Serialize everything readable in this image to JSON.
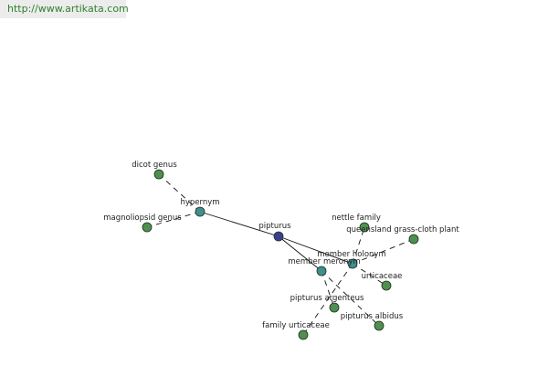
{
  "site": {
    "url": "http://www.artikata.com"
  },
  "graph": {
    "colors": {
      "center": "#3b3f8f",
      "relation": "#3f8f8f",
      "leaf": "#4f8f4f"
    },
    "nodes": {
      "pipturus": {
        "label": "pipturus",
        "kind": "center"
      },
      "hypernym": {
        "label": "hypernym",
        "kind": "relation"
      },
      "member_holonym": {
        "label": "member holonym",
        "kind": "relation"
      },
      "member_meronym": {
        "label": "member meronym",
        "kind": "relation"
      },
      "dicot_genus": {
        "label": "dicot genus",
        "kind": "leaf"
      },
      "magnoliopsid_genus": {
        "label": "magnoliopsid genus",
        "kind": "leaf"
      },
      "nettle_family": {
        "label": "nettle family",
        "kind": "leaf"
      },
      "queensland_grass_cloth_plant": {
        "label": "queensland grass-cloth plant",
        "kind": "leaf"
      },
      "urticaceae": {
        "label": "urticaceae",
        "kind": "leaf"
      },
      "pipturus_argenteus": {
        "label": "pipturus argenteus",
        "kind": "leaf"
      },
      "pipturus_albidus": {
        "label": "pipturus albidus",
        "kind": "leaf"
      },
      "family_urticaceae": {
        "label": "family urticaceae",
        "kind": "leaf"
      }
    }
  }
}
